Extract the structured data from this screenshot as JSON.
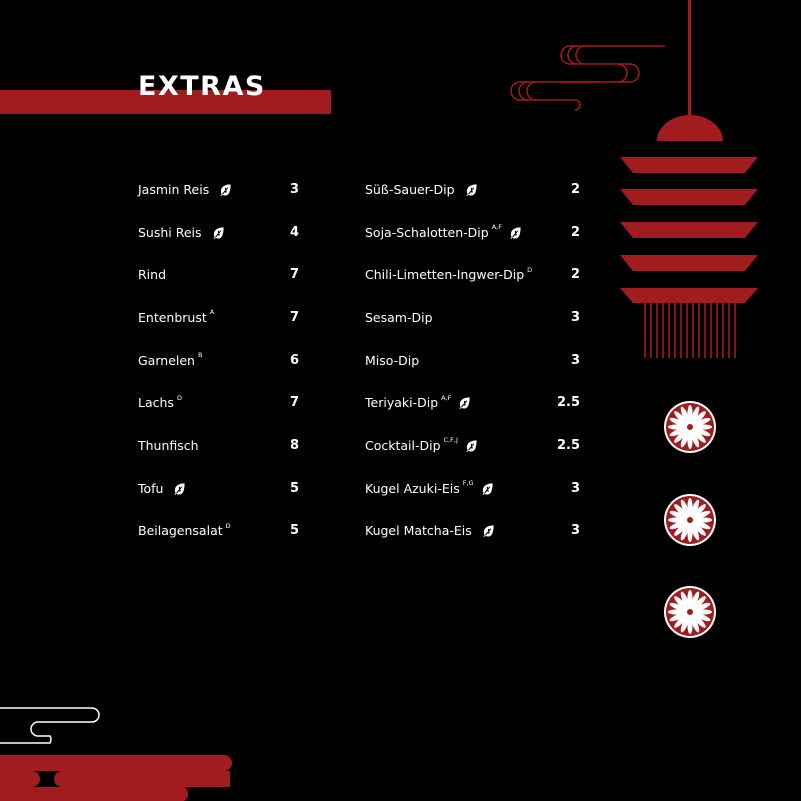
{
  "title": "EXTRAS",
  "colors": {
    "accent": "#a11c1f",
    "background": "#000000",
    "text": "#ffffff"
  },
  "icons": {
    "vegan": "leaf-icon"
  },
  "left_items": [
    {
      "name": "Jasmin Reis",
      "sup": "",
      "vegan": true,
      "price": "3"
    },
    {
      "name": "Sushi Reis",
      "sup": "",
      "vegan": true,
      "price": "4"
    },
    {
      "name": "Rind",
      "sup": "",
      "vegan": false,
      "price": "7"
    },
    {
      "name": "Entenbrust",
      "sup": "A",
      "vegan": false,
      "price": "7"
    },
    {
      "name": "Garnelen",
      "sup": "B",
      "vegan": false,
      "price": "6"
    },
    {
      "name": "Lachs",
      "sup": "D",
      "vegan": false,
      "price": "7"
    },
    {
      "name": "Thunfisch",
      "sup": "",
      "vegan": false,
      "price": "8"
    },
    {
      "name": "Tofu",
      "sup": "",
      "vegan": true,
      "price": "5"
    },
    {
      "name": "Beilagensalat",
      "sup": "D",
      "vegan": false,
      "price": "5"
    }
  ],
  "right_items": [
    {
      "name": "Süß-Sauer-Dip",
      "sup": "",
      "vegan": true,
      "price": "2"
    },
    {
      "name": "Soja-Schalotten-Dip",
      "sup": "A,F",
      "vegan": true,
      "price": "2"
    },
    {
      "name": "Chili-Limetten-Ingwer-Dip",
      "sup": "D",
      "vegan": false,
      "price": "2"
    },
    {
      "name": "Sesam-Dip",
      "sup": "",
      "vegan": false,
      "price": "3"
    },
    {
      "name": "Miso-Dip",
      "sup": "",
      "vegan": false,
      "price": "3"
    },
    {
      "name": "Teriyaki-Dip",
      "sup": "A,F",
      "vegan": true,
      "price": "2.5"
    },
    {
      "name": "Cocktail-Dip",
      "sup": "C,F,J",
      "vegan": true,
      "price": "2.5"
    },
    {
      "name": "Kugel Azuki-Eis",
      "sup": "F,G",
      "vegan": true,
      "price": "3"
    },
    {
      "name": "Kugel Matcha-Eis",
      "sup": "",
      "vegan": true,
      "price": "3"
    }
  ]
}
